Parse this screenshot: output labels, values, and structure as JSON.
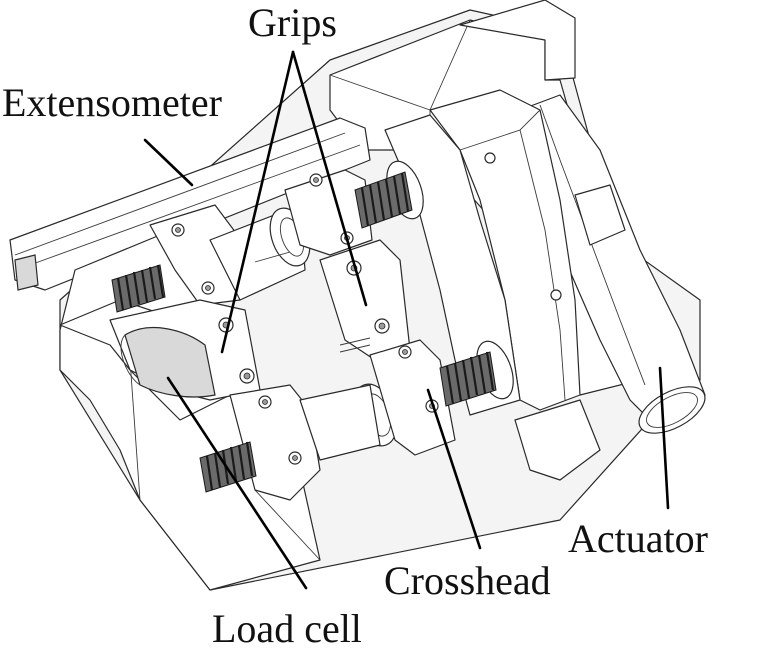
{
  "labels": {
    "grips": "Grips",
    "extensometer": "Extensometer",
    "actuator": "Actuator",
    "crosshead": "Crosshead",
    "load_cell": "Load cell"
  }
}
